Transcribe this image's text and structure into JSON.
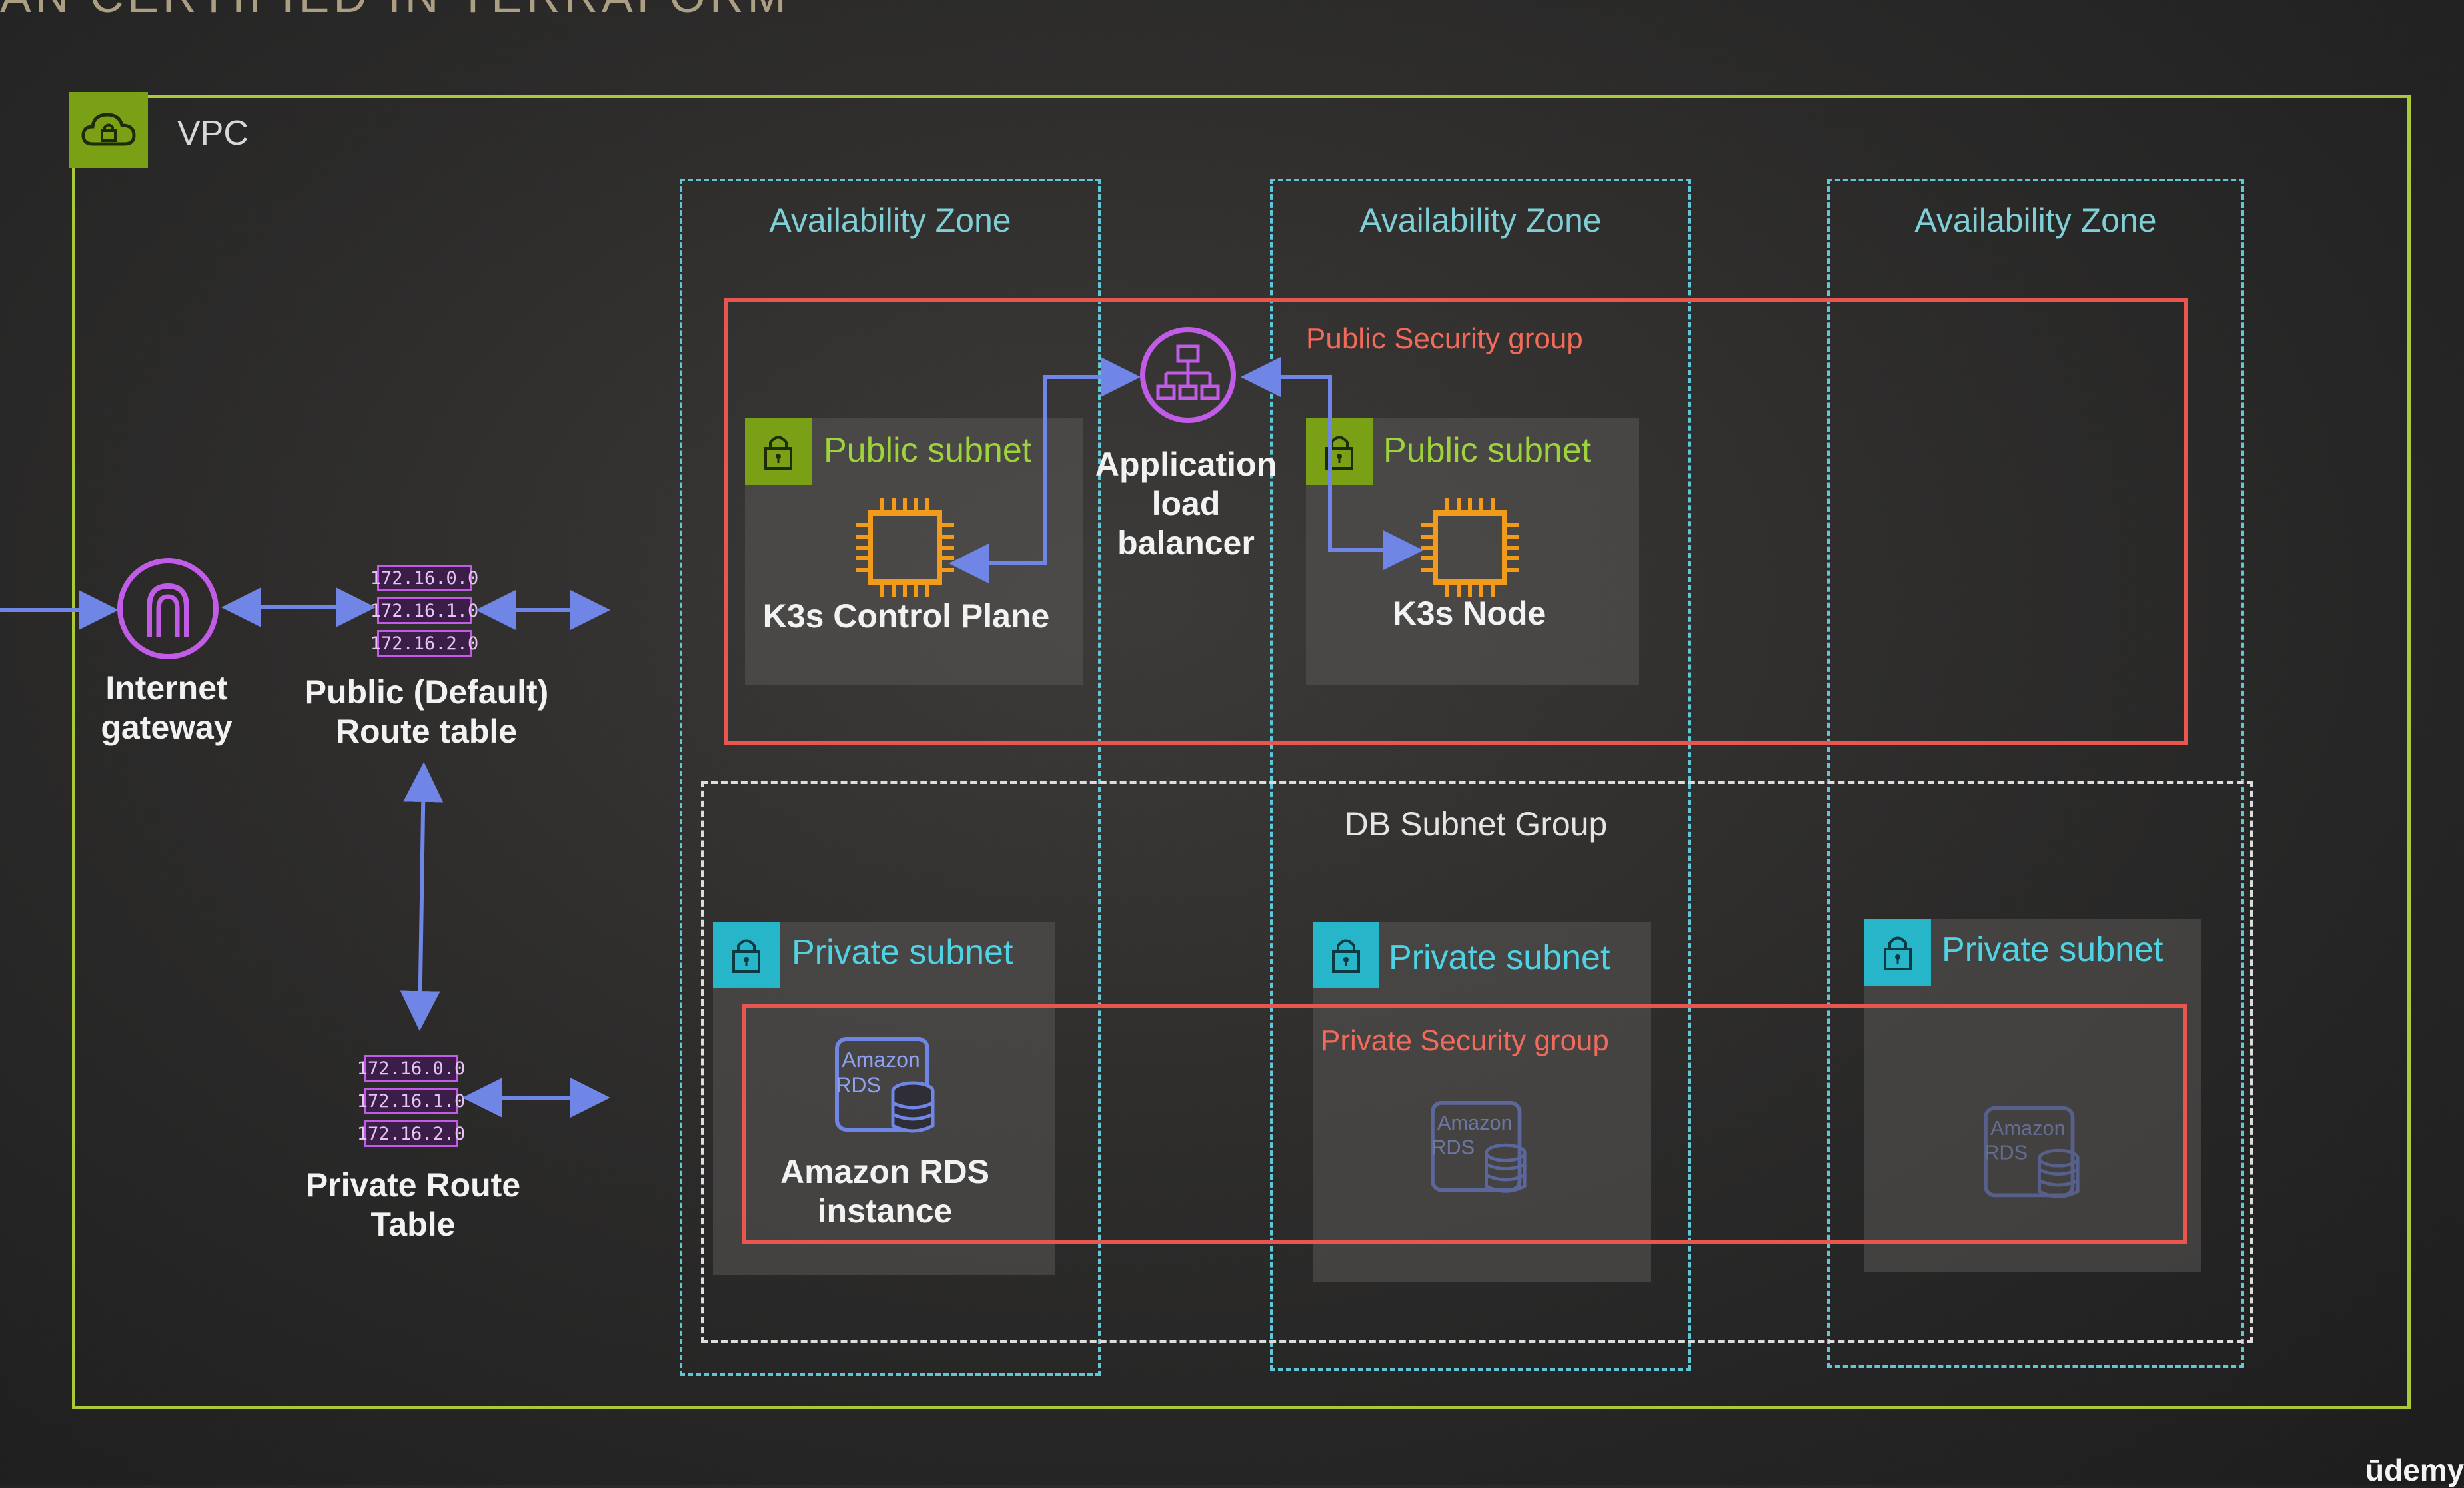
{
  "banner": "AN CERTIFIED IN TERRAFORM",
  "vpc": {
    "label": "VPC"
  },
  "availability_zones": [
    "Availability Zone",
    "Availability Zone",
    "Availability Zone"
  ],
  "public_security_group": "Public Security group",
  "private_security_group": "Private Security group",
  "db_subnet_group": "DB Subnet Group",
  "internet_gateway": {
    "line1": "Internet",
    "line2": "gateway"
  },
  "public_route_table": {
    "line1": "Public (Default)",
    "line2": "Route table",
    "rows": [
      "172.16.0.0",
      "172.16.1.0",
      "172.16.2.0"
    ]
  },
  "private_route_table": {
    "line1": "Private Route",
    "line2": "Table",
    "rows": [
      "172.16.0.0",
      "172.16.1.0",
      "172.16.2.0"
    ]
  },
  "public_subnets": [
    {
      "label": "Public subnet",
      "resource": "K3s Control Plane"
    },
    {
      "label": "Public subnet",
      "resource": "K3s Node"
    }
  ],
  "load_balancer": {
    "line1": "Application",
    "line2": "load",
    "line3": "balancer"
  },
  "private_subnets": [
    {
      "label": "Private subnet",
      "resource_line1": "Amazon RDS",
      "resource_line2": "instance"
    },
    {
      "label": "Private subnet"
    },
    {
      "label": "Private subnet"
    }
  ],
  "rds_icon_text": {
    "line1": "Amazon",
    "line2": "RDS"
  },
  "watermark": "ūdemy",
  "colors": {
    "vpc_border": "#a9c93a",
    "security_group": "#e8574f",
    "az_border": "#5fc7d6",
    "arrows": "#6f86e6",
    "chip": "#f29a1a",
    "lb": "#c15ce6"
  }
}
